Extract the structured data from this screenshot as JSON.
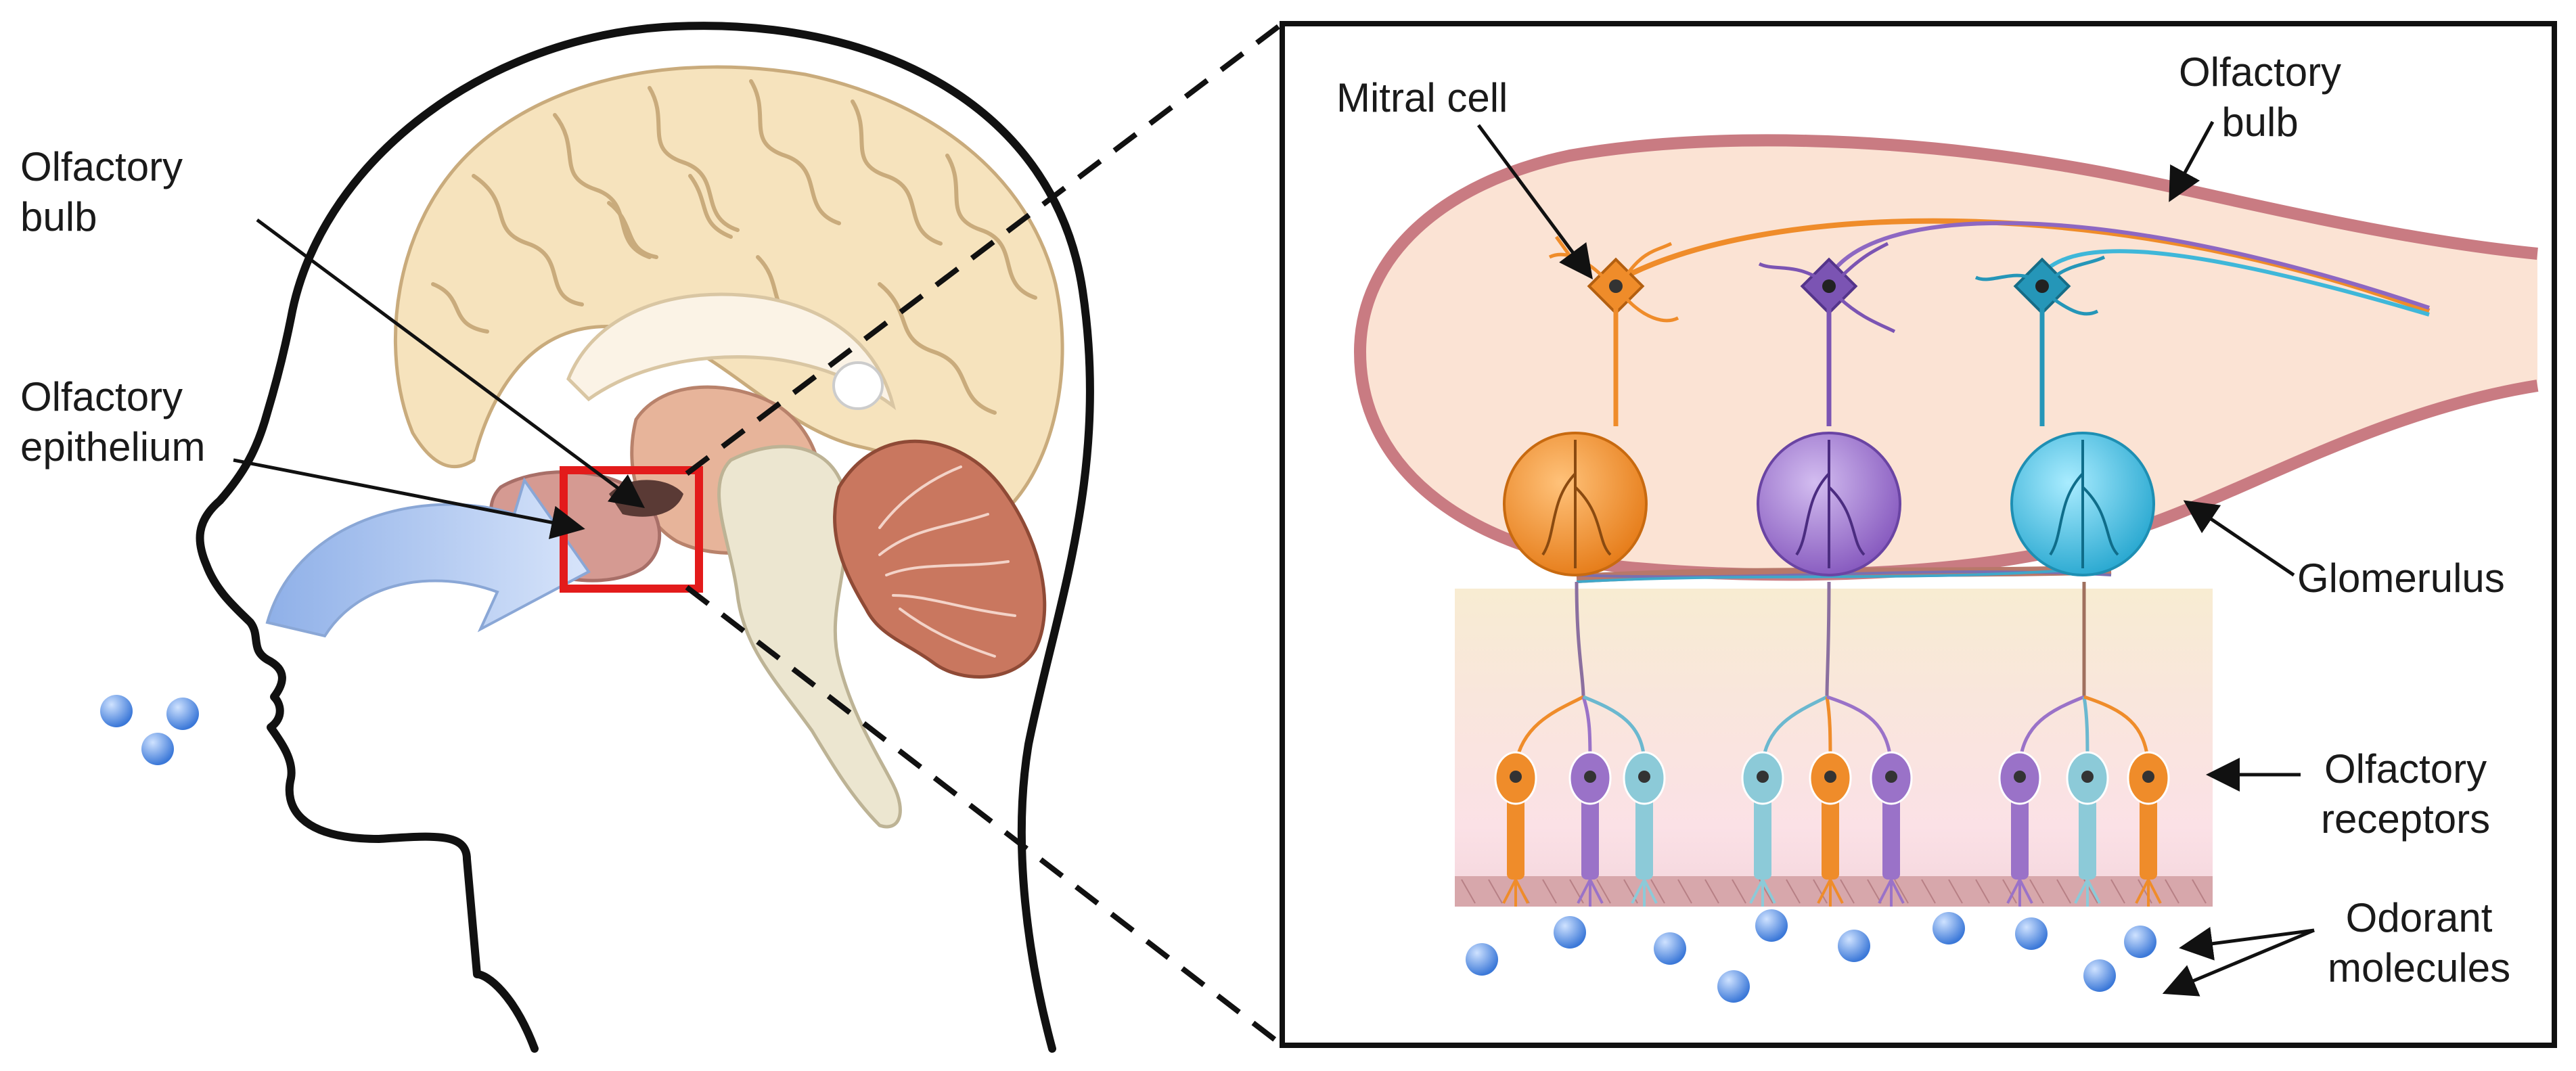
{
  "labels": {
    "head_olfactory_bulb": [
      "Olfactory",
      "bulb"
    ],
    "head_olfactory_epithelium": [
      "Olfactory",
      "epithelium"
    ],
    "mitral_cell": "Mitral cell",
    "inset_olfactory_bulb": [
      "Olfactory",
      "bulb"
    ],
    "glomerulus": "Glomerulus",
    "olfactory_receptors": [
      "Olfactory",
      "receptors"
    ],
    "odorant_molecules": [
      "Odorant",
      "molecules"
    ]
  },
  "colors": {
    "outline": "#111111",
    "brain_cortex": "#f6e3bd",
    "brain_stem": "#ece6d0",
    "cerebellum": "#c9775f",
    "bulb_fill": "#fbe3d4",
    "bulb_border": "#c97b82",
    "neuron_orange": "#ef8c2a",
    "neuron_purple": "#9a72c8",
    "neuron_teal": "#3fb7d9",
    "receptor_light_blue": "#8ccad8",
    "odorant_blue": "#5a93e0",
    "airflow_arrow": "#b9cff2",
    "highlight_box": "#e31b1b"
  }
}
